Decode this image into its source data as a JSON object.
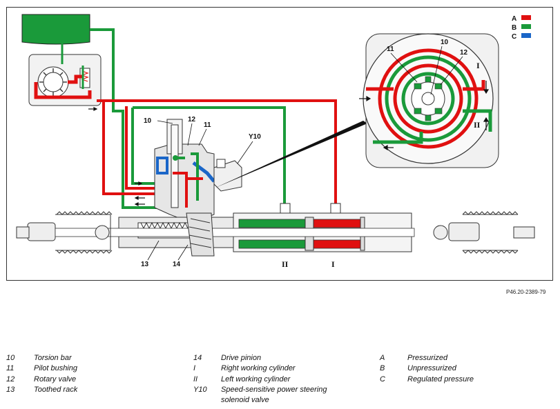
{
  "figure_ref": "P46.20-2389-79",
  "callouts": {
    "c10": "10",
    "c11": "11",
    "c12": "12",
    "c13": "13",
    "c14": "14",
    "y10": "Y10",
    "cyl_left": "II",
    "cyl_right": "I",
    "detail_10": "10",
    "detail_11": "11",
    "detail_12": "12",
    "detail_i": "I",
    "detail_ii": "II"
  },
  "color_legend": [
    {
      "letter": "A",
      "color": "#e01010"
    },
    {
      "letter": "B",
      "color": "#1a9a3a"
    },
    {
      "letter": "C",
      "color": "#1a66c8"
    }
  ],
  "key_columns": [
    [
      {
        "code": "10",
        "label": "Torsion bar"
      },
      {
        "code": "11",
        "label": "Pilot bushing"
      },
      {
        "code": "12",
        "label": "Rotary valve"
      },
      {
        "code": "13",
        "label": "Toothed rack"
      }
    ],
    [
      {
        "code": "14",
        "label": "Drive pinion"
      },
      {
        "code": "I",
        "label": "Right working cylinder"
      },
      {
        "code": "II",
        "label": "Left working cylinder"
      },
      {
        "code": "Y10",
        "label": "Speed-sensitive power steering solenoid valve"
      }
    ],
    [
      {
        "code": "A",
        "label": "Pressurized"
      },
      {
        "code": "B",
        "label": "Unpressurized"
      },
      {
        "code": "C",
        "label": "Regulated pressure"
      }
    ]
  ],
  "colors": {
    "pressurized": "#e01010",
    "unpressurized": "#1a9a3a",
    "regulated": "#1a66c8"
  }
}
